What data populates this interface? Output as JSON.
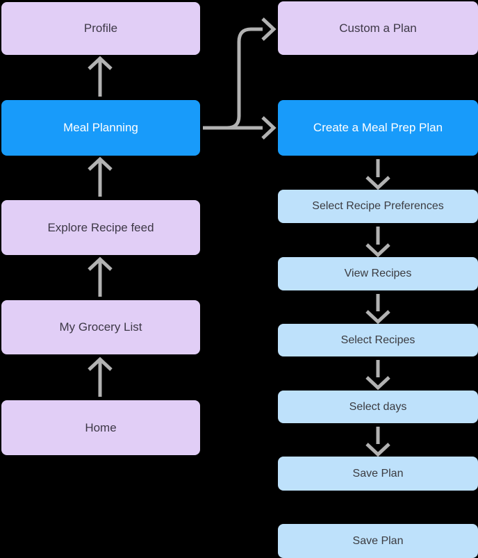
{
  "colors": {
    "background": "#000000",
    "purple_node": "#e1cef6",
    "blue_node": "#189bfa",
    "lightblue_node": "#bee1fb",
    "arrow": "#b2b2b2",
    "text_dark": "#3d3846",
    "text_light": "#ffffff"
  },
  "left_column": {
    "flow_direction": "bottom-to-top",
    "nodes": [
      {
        "id": "profile",
        "label": "Profile",
        "style": "purple"
      },
      {
        "id": "meal-planning",
        "label": "Meal Planning",
        "style": "blue"
      },
      {
        "id": "explore-recipe-feed",
        "label": "Explore Recipe feed",
        "style": "purple"
      },
      {
        "id": "my-grocery-list",
        "label": "My Grocery List",
        "style": "purple"
      },
      {
        "id": "home",
        "label": "Home",
        "style": "purple"
      }
    ],
    "edges": [
      {
        "from": "home",
        "to": "my-grocery-list"
      },
      {
        "from": "my-grocery-list",
        "to": "explore-recipe-feed"
      },
      {
        "from": "explore-recipe-feed",
        "to": "meal-planning"
      },
      {
        "from": "meal-planning",
        "to": "profile"
      }
    ]
  },
  "right_column": {
    "flow_direction": "top-to-bottom",
    "nodes": [
      {
        "id": "custom-a-plan",
        "label": "Custom a Plan",
        "style": "purple"
      },
      {
        "id": "create-meal-prep-plan",
        "label": "Create a Meal Prep Plan",
        "style": "blue"
      },
      {
        "id": "select-recipe-preferences",
        "label": "Select Recipe Preferences",
        "style": "lightblue"
      },
      {
        "id": "view-recipes",
        "label": "View Recipes",
        "style": "lightblue"
      },
      {
        "id": "select-recipes",
        "label": "Select Recipes",
        "style": "lightblue"
      },
      {
        "id": "select-days",
        "label": "Select days",
        "style": "lightblue"
      },
      {
        "id": "save-plan",
        "label": "Save Plan",
        "style": "lightblue"
      },
      {
        "id": "save-plan-2",
        "label": "Save Plan",
        "style": "lightblue"
      }
    ],
    "edges": [
      {
        "from": "create-meal-prep-plan",
        "to": "select-recipe-preferences"
      },
      {
        "from": "select-recipe-preferences",
        "to": "view-recipes"
      },
      {
        "from": "view-recipes",
        "to": "select-recipes"
      },
      {
        "from": "select-recipes",
        "to": "select-days"
      },
      {
        "from": "select-days",
        "to": "save-plan"
      }
    ]
  },
  "cross_edges": [
    {
      "from": "meal-planning",
      "to": "custom-a-plan"
    },
    {
      "from": "meal-planning",
      "to": "create-meal-prep-plan"
    }
  ]
}
